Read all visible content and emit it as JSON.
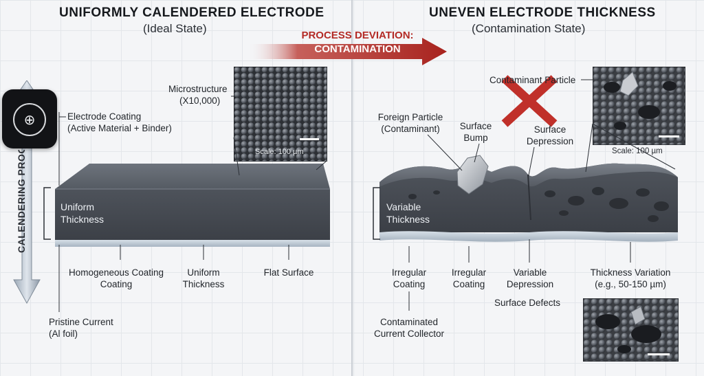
{
  "left": {
    "title": "UNIFORMLY CALENDERED ELECTRODE",
    "subtitle": "(Ideal State)",
    "microstructure": [
      "Microstructure",
      "(X10,000)"
    ],
    "scale": "Scale: 100 µm",
    "electrode_coating": [
      "Electrode Coating",
      "(Active Material + Binder)"
    ],
    "thickness_label": [
      "Uniform",
      "Thickness"
    ],
    "bottom_labels": {
      "homogeneous": [
        "Homogeneous Coating",
        "Coating"
      ],
      "uniform": [
        "Uniform",
        "Thickness"
      ],
      "flat": [
        "Flat Surface"
      ]
    },
    "pristine": [
      "Pristine Current",
      "(Al foil)"
    ],
    "process_label": "CALENDERING PROCES"
  },
  "center": {
    "deviation_line1": "PROCESS DEVIATION:",
    "deviation_line2": "CONTAMINATION"
  },
  "right": {
    "title": "UNEVEN ELECTRODE THICKNESS",
    "subtitle": "(Contamination State)",
    "contaminant_particle": "Contaminant Particle",
    "scale": "Scale: 100 µm",
    "foreign_particle": [
      "Foreign Particle",
      "(Contaminant)"
    ],
    "surface_bump": [
      "Surface",
      "Bump"
    ],
    "surface_depression": [
      "Surface",
      "Depression"
    ],
    "thickness_label": [
      "Variable",
      "Thickness"
    ],
    "bottom_labels": {
      "irregular1": [
        "Irregular",
        "Coating"
      ],
      "irregular2": [
        "Irregular",
        "Coating"
      ],
      "variable_depression": [
        "Variable",
        "Depression"
      ],
      "thickness_variation": [
        "Thickness Variation",
        "(e.g., 50-150 µm)"
      ]
    },
    "surface_defects": "Surface Defects",
    "contaminated_collector": [
      "Contaminated",
      "Current Collector"
    ]
  },
  "colors": {
    "accent_red": "#b32a25",
    "slab_dark": "#4a4f57",
    "foil": "#b9c6d2"
  },
  "icons": [
    "app-logo-icon",
    "down-arrow-icon",
    "right-arrow-icon",
    "x-mark-icon"
  ]
}
